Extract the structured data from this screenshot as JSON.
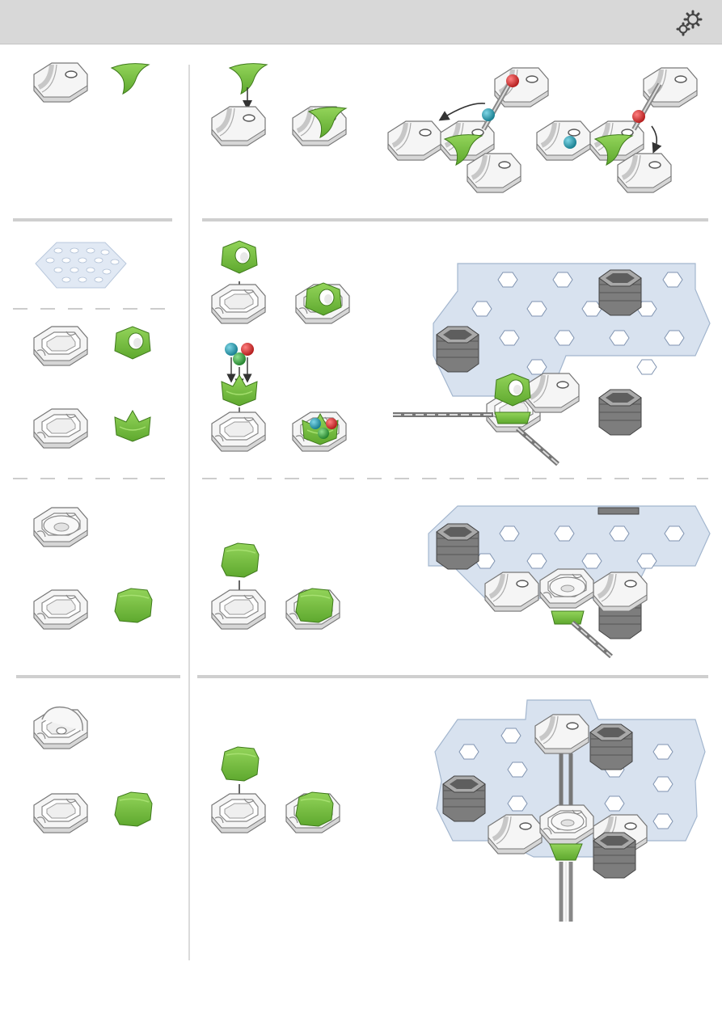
{
  "header": {
    "background": "#d8d8d8",
    "icon": "gears-icon"
  },
  "colors": {
    "green": "#7dc243",
    "green_dark": "#4f8f24",
    "tile_white": "#f4f4f4",
    "tile_edge": "#8a8a8a",
    "plate_blue": "#cfdcec",
    "plate_edge": "#9fb3cc",
    "stack_gray": "#7d7d7d",
    "ball_red": "#d22b2b",
    "ball_blue": "#1f93a8",
    "ball_green": "#3aa83a",
    "separator": "#cfcfcf"
  },
  "sections": [
    {
      "id": "section-1",
      "parts": [
        "curve-tile-icon",
        "green-curve-insert-icon"
      ],
      "steps": [
        "insert-curve-piece",
        "ball-route-left",
        "ball-route-right"
      ]
    },
    {
      "id": "section-2",
      "parts": [
        "base-plate-icon",
        "hex-tile-icon",
        "green-funnel-insert-icon",
        "green-trap-insert-icon"
      ],
      "steps": [
        "insert-funnel",
        "insert-trap-with-three-balls",
        "assembled-board"
      ]
    },
    {
      "id": "section-3",
      "parts": [
        "bowl-tile-icon",
        "hex-tile-icon",
        "green-block-insert-icon"
      ],
      "steps": [
        "insert-block",
        "assembled-board"
      ]
    },
    {
      "id": "section-4",
      "parts": [
        "tunnel-tile-icon",
        "hex-tile-icon",
        "green-block-insert-icon"
      ],
      "steps": [
        "insert-block",
        "assembled-board"
      ]
    }
  ]
}
